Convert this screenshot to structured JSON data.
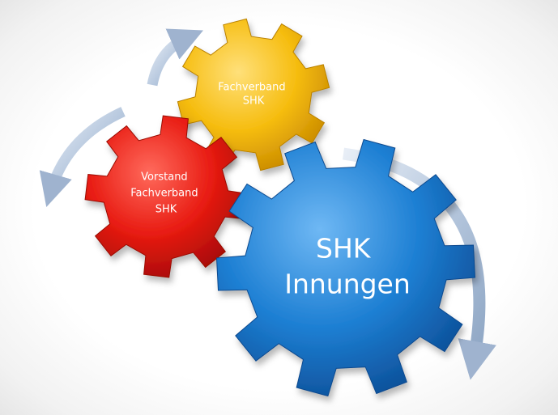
{
  "diagram": {
    "gears": [
      {
        "id": "fachverband",
        "lines": [
          "Fachverband",
          "SHK"
        ],
        "color": "#f2b90d"
      },
      {
        "id": "vorstand",
        "lines": [
          "Vorstand",
          "Fachverband",
          "SHK"
        ],
        "color": "#e81b12"
      },
      {
        "id": "innungen",
        "lines": [
          "SHK",
          "Innungen"
        ],
        "color": "#1d7fd3"
      }
    ],
    "arrow_color": "#b5c7de"
  }
}
